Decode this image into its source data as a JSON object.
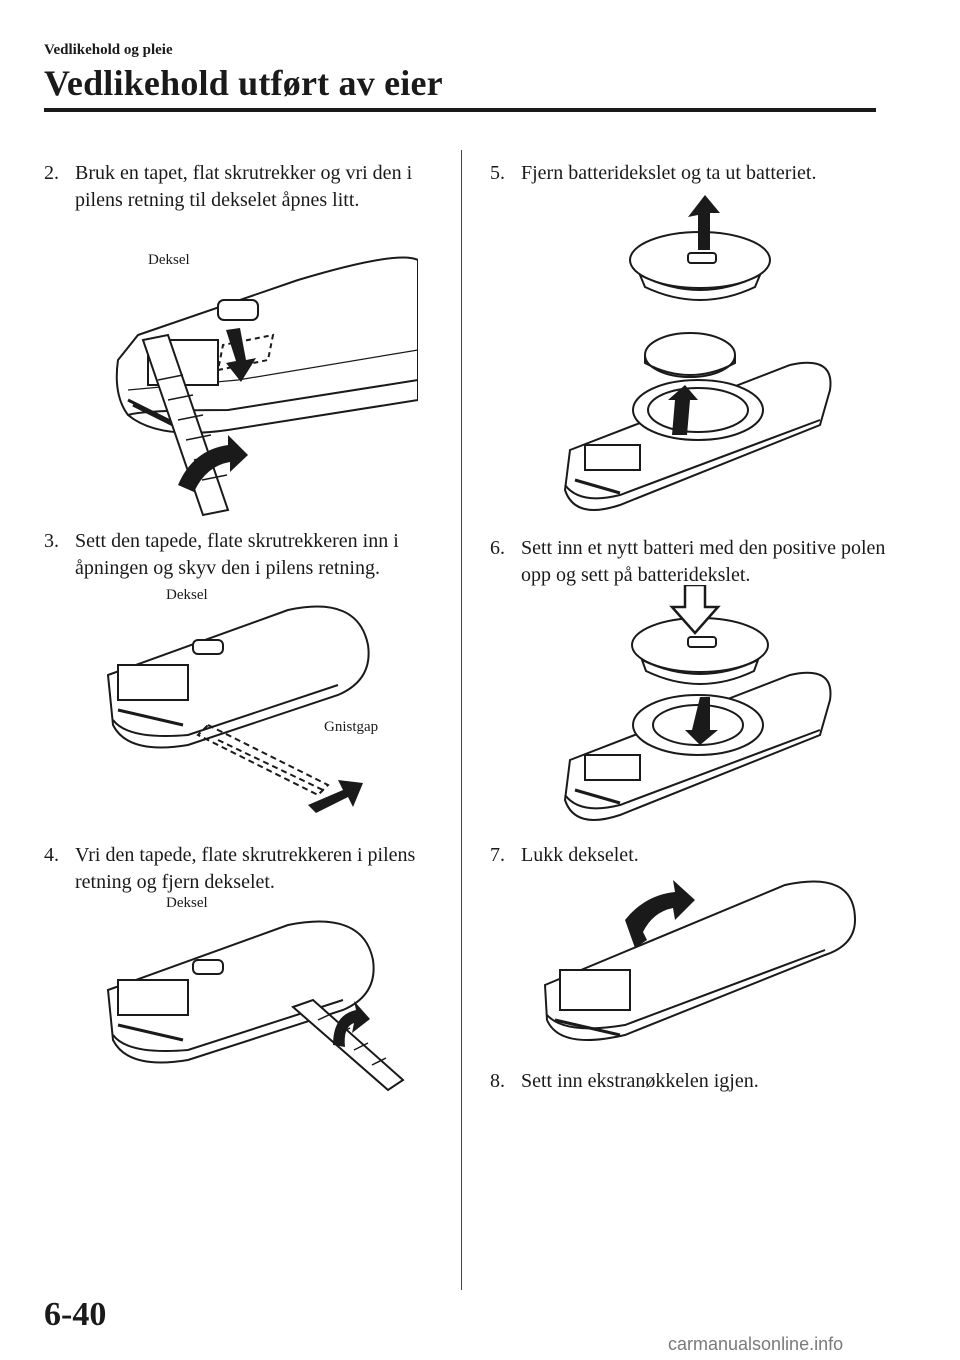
{
  "header": {
    "section": "Vedlikehold og pleie",
    "title": "Vedlikehold utført av eier"
  },
  "steps": [
    {
      "num": "2.",
      "text": "Bruk en tapet, flat skrutrekker og vri den i pilens retning til dekselet åpnes litt."
    },
    {
      "num": "3.",
      "text": "Sett den tapede, flate skrutrekkeren inn i åpningen og skyv den i pilens retning."
    },
    {
      "num": "4.",
      "text": "Vri den tapede, flate skrutrekkeren i pilens retning og fjern dekselet."
    },
    {
      "num": "5.",
      "text": "Fjern batteridekslet og ta ut batteriet."
    },
    {
      "num": "6.",
      "text": "Sett inn et nytt batteri med den positive polen opp og sett på batteridekslet."
    },
    {
      "num": "7.",
      "text": "Lukk dekselet."
    },
    {
      "num": "8.",
      "text": "Sett inn ekstranøkkelen igjen."
    }
  ],
  "figures": {
    "fig2": {
      "callout": "Deksel"
    },
    "fig3": {
      "callout_cover": "Deksel",
      "callout_gap": "Gnistgap"
    },
    "fig4": {
      "callout": "Deksel"
    }
  },
  "footer": {
    "page_number": "6-40",
    "watermark": "carmanualsonline.info"
  }
}
